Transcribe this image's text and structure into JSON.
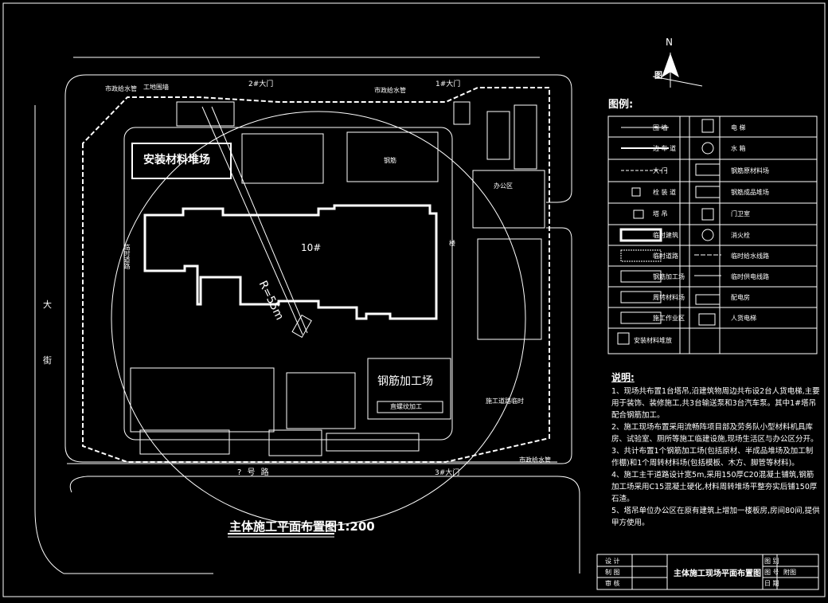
{
  "north_label": "N",
  "north_sub": "图",
  "legend": {
    "title": "图例:",
    "items_left": [
      "围 墙",
      "边 车 道",
      "大 门",
      "栓 装 道",
      "塔 吊",
      "临时建筑",
      "临时道路",
      "钢筋加工场",
      "周转材料场",
      "施工作业区",
      "安装材料堆放"
    ],
    "items_right": [
      "电 梯",
      "水 箱",
      "钢筋原材料场",
      "钢筋成品堆场",
      "门卫室",
      "消火栓",
      "临时给水线路",
      "临时供电线路",
      "配电房",
      "人货电梯"
    ]
  },
  "notes": {
    "title": "说明:",
    "items": [
      "1、现场共布置1台塔吊,沿建筑物周边共布设2台人货电梯,主要用于装饰、装修施工,共3台输送泵和3台汽车泵。其中1#塔吊配合钢筋加工。",
      "2、施工现场布置采用流畅阵项目部及劳务队小型材料机具库房、试验室、厕所等施工临建设施,现场生活区与办公区分开。",
      "3、共计布置1个钢筋加工场(包括原材、半成品堆场及加工制作棚)和1个周转材料场(包括模板、木方、脚管等材料)。",
      "4、施工主干道路设计宽5m,采用150厚C20混凝土铺筑,钢筋加工场采用C15混凝土硬化,材料周转堆场平整夯实后铺150厚石渣。",
      "5、塔吊单位办公区在原有建筑上增加一楼板房,房间80间,提供甲方使用。"
    ]
  },
  "site": {
    "gate2": "2#大门",
    "gate1": "1#大门",
    "gate3": "3#大门",
    "building": "10#",
    "crane_radius": "R=55m",
    "install_yard": "安装材料堆场",
    "rebar_yard": "钢筋加工场",
    "rebar_sub": "直螺纹加工",
    "road_south": "? 号 路",
    "street_a": "大",
    "street_b": "街",
    "fire_road": "临时道路",
    "hydrant_a": "市政给水管",
    "hydrant_b": "市政给水管",
    "hydrant_c": "市政给水管",
    "power_line": "工地围墙",
    "office_label": "办公区",
    "stair": "楼",
    "shed_label": "钢筋",
    "temp_road_label": "施工道路临时"
  },
  "plan_title": "主体施工平面布置图1:200",
  "title_block": {
    "design": "设 计",
    "draw": "制 图",
    "check": "审 核",
    "drawing_name": "主体施工现场平面布置图",
    "sheet_no_label": "图 别",
    "number_label": "图 号",
    "number_value": "附图",
    "date_label": "日 期"
  }
}
